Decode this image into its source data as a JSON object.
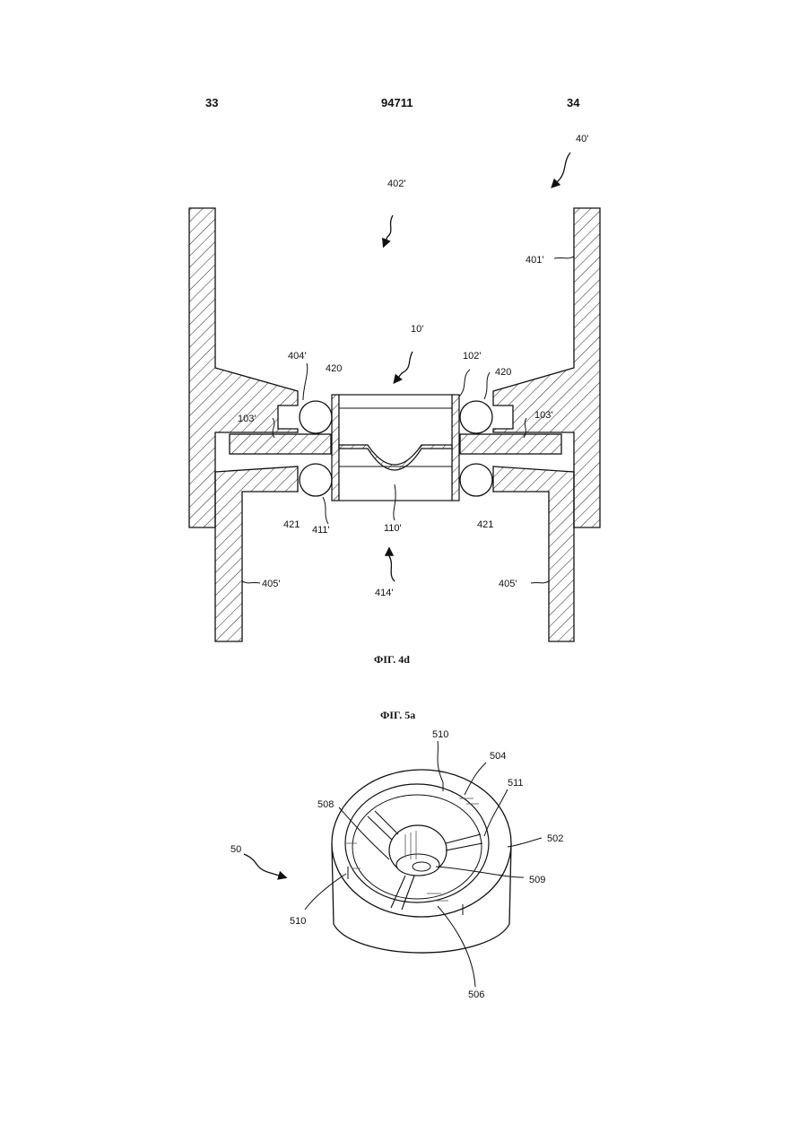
{
  "header": {
    "left_page_number": "33",
    "document_number": "94711",
    "right_page_number": "34"
  },
  "figure_4d": {
    "caption": "ФІГ. 4d",
    "labels": {
      "l40": "40'",
      "l402": "402'",
      "l401": "401'",
      "l10": "10'",
      "l404": "404'",
      "l420a": "420",
      "l102": "102'",
      "l420b": "420",
      "l103a": "103'",
      "l103b": "103'",
      "l421a": "421",
      "l411": "411'",
      "l110": "110'",
      "l421b": "421",
      "l414": "414'",
      "l405a": "405'",
      "l405b": "405'"
    }
  },
  "figure_5a": {
    "caption": "ФІГ. 5а",
    "labels": {
      "l510a": "510",
      "l504": "504",
      "l511": "511",
      "l508": "508",
      "l502": "502",
      "l50": "50",
      "l509": "509",
      "l510b": "510",
      "l506": "506"
    }
  }
}
